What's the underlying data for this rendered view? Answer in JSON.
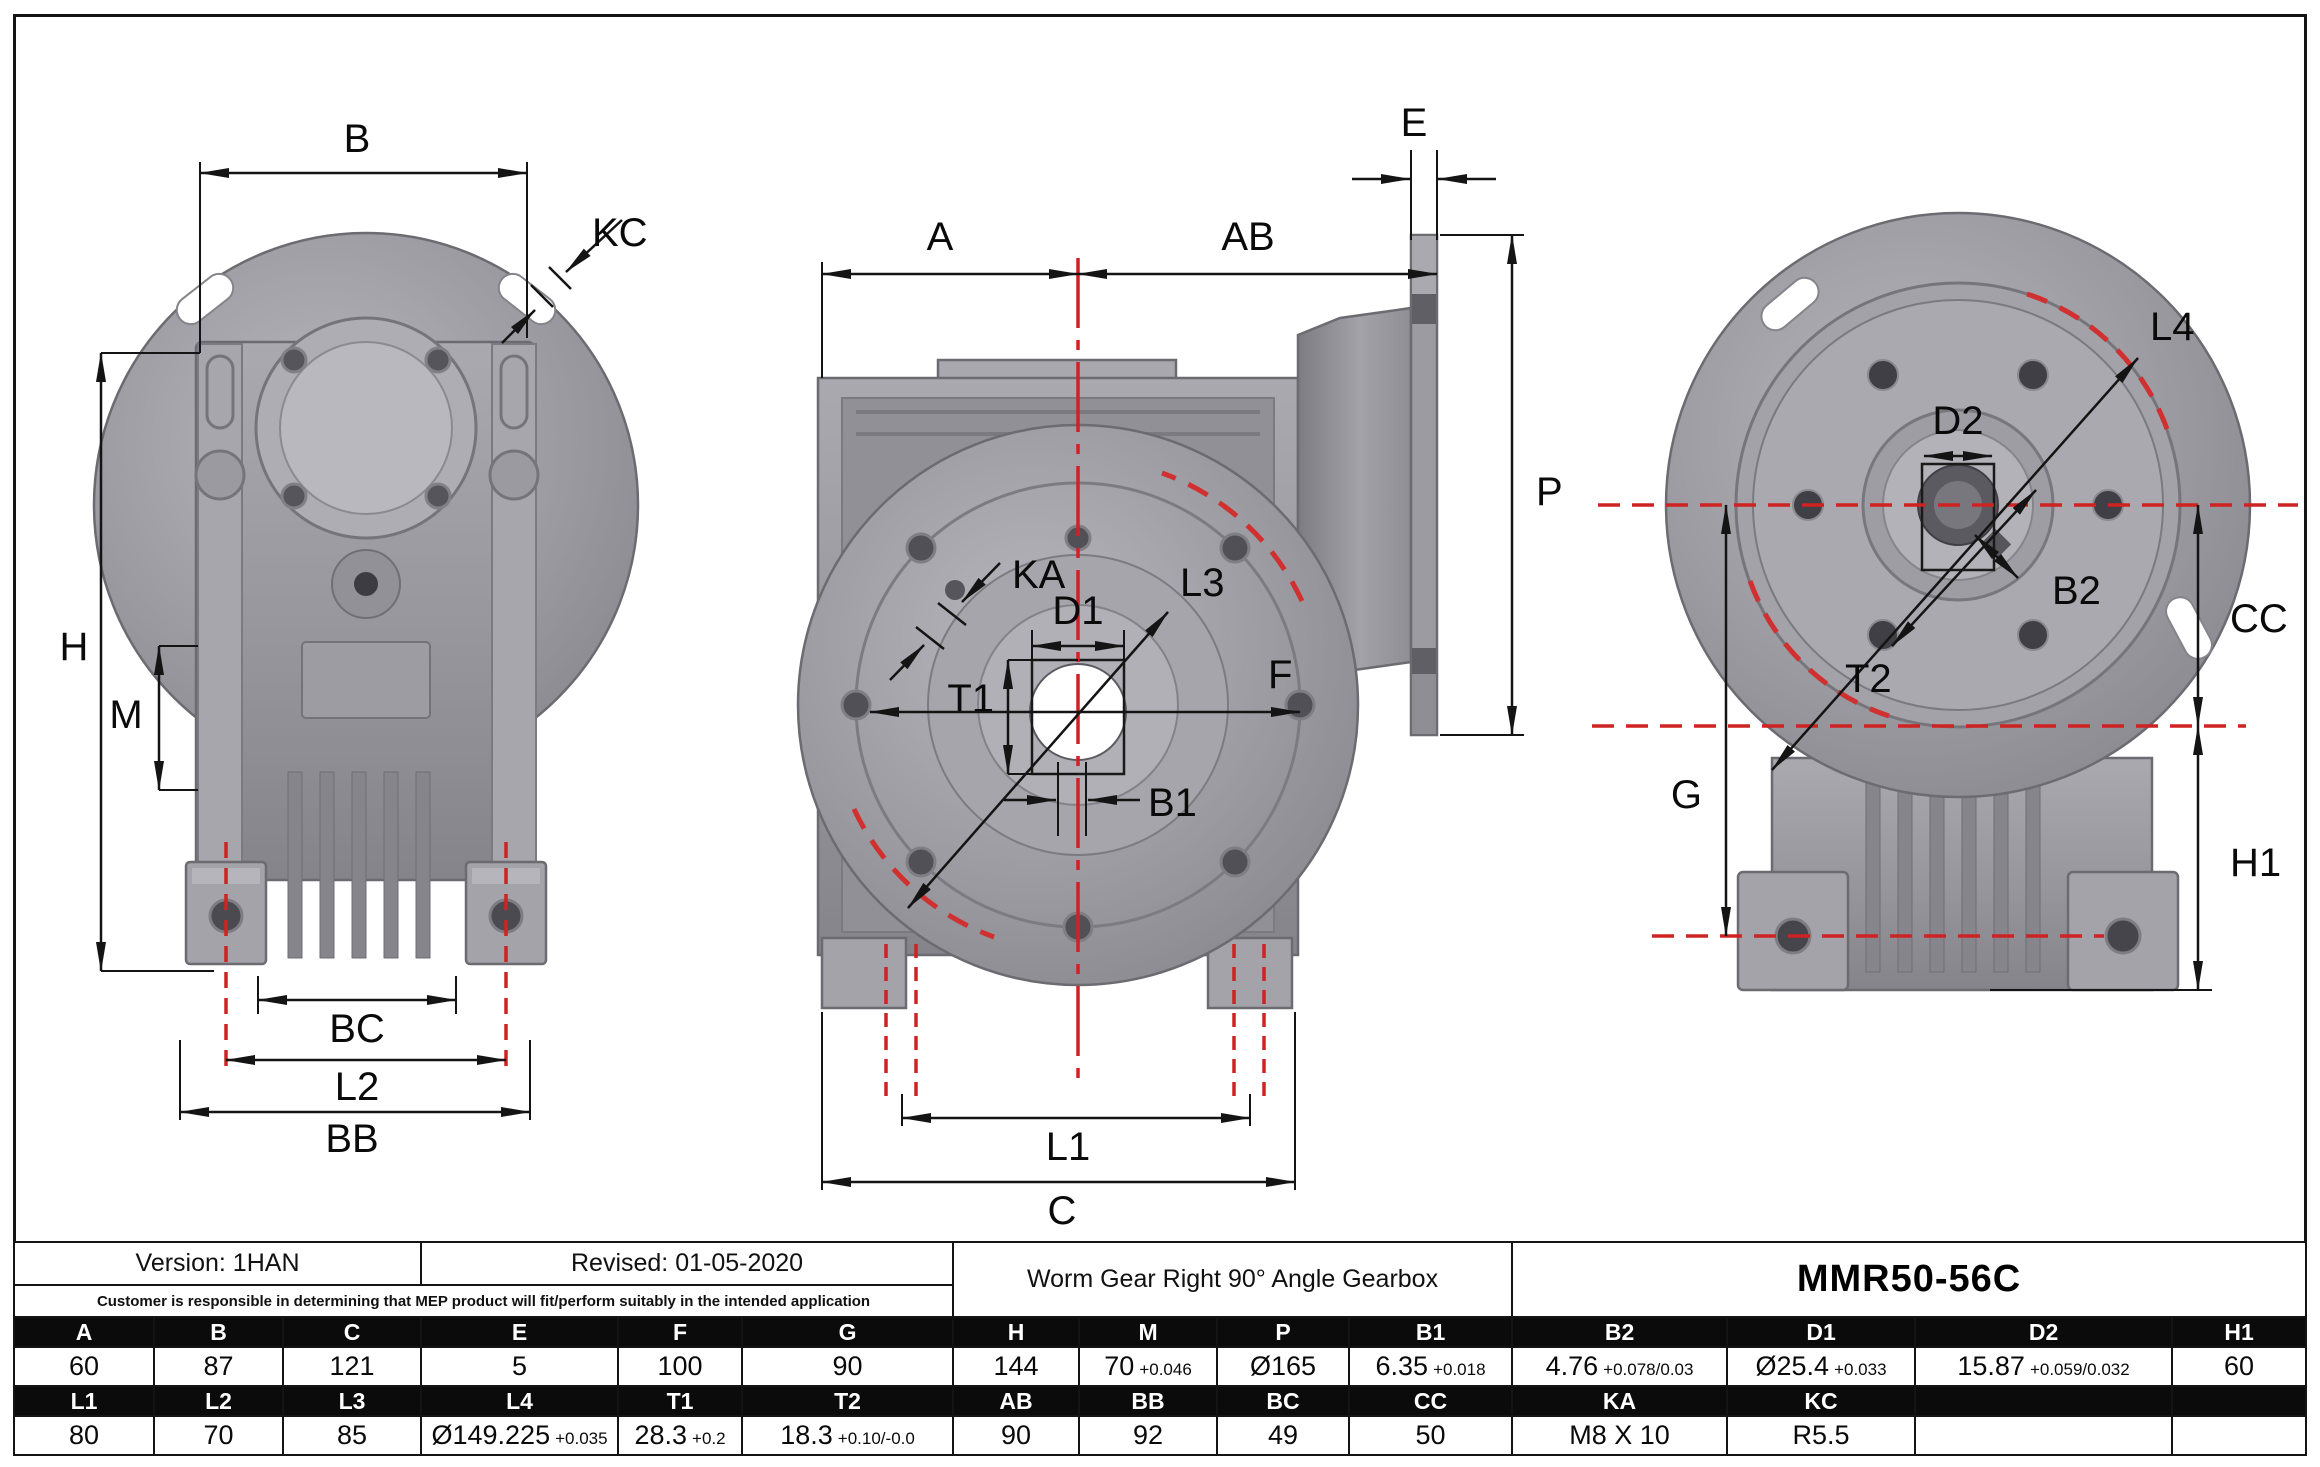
{
  "title_block": {
    "version": "Version: 1HAN",
    "revised": "Revised: 01-05-2020",
    "disclaimer": "Customer is responsible in determining that MEP product will fit/perform suitably in the intended application",
    "product": "Worm Gear Right 90° Angle Gearbox",
    "model": "MMR50-56C"
  },
  "dim_labels": {
    "A": "A",
    "B": "B",
    "C": "C",
    "E": "E",
    "F": "F",
    "G": "G",
    "H": "H",
    "M": "M",
    "P": "P",
    "B1": "B1",
    "B2": "B2",
    "D1": "D1",
    "D2": "D2",
    "H1": "H1",
    "L1": "L1",
    "L2": "L2",
    "L3": "L3",
    "L4": "L4",
    "T1": "T1",
    "T2": "T2",
    "AB": "AB",
    "BB": "BB",
    "BC": "BC",
    "CC": "CC",
    "KA": "KA",
    "KC": "KC"
  },
  "spec_table": {
    "row1_headers": [
      "A",
      "B",
      "C",
      "E",
      "F",
      "G",
      "H",
      "M",
      "P",
      "B1",
      "B2",
      "D1",
      "D2",
      "H1"
    ],
    "row1_values": [
      {
        "v": "60"
      },
      {
        "v": "87"
      },
      {
        "v": "121"
      },
      {
        "v": "5"
      },
      {
        "v": "100"
      },
      {
        "v": "90"
      },
      {
        "v": "144"
      },
      {
        "v": "70",
        "tol": "+0.046"
      },
      {
        "v": "Ø165"
      },
      {
        "v": "6.35",
        "tol": "+0.018"
      },
      {
        "v": "4.76",
        "tol": "+0.078/0.03"
      },
      {
        "v": "Ø25.4",
        "tol": "+0.033"
      },
      {
        "v": "15.87",
        "tol": "+0.059/0.032"
      },
      {
        "v": "60"
      }
    ],
    "row2_headers": [
      "L1",
      "L2",
      "L3",
      "L4",
      "T1",
      "T2",
      "AB",
      "BB",
      "BC",
      "CC",
      "KA",
      "KC",
      "",
      ""
    ],
    "row2_values": [
      {
        "v": "80"
      },
      {
        "v": "70"
      },
      {
        "v": "85"
      },
      {
        "v": "Ø149.225",
        "tol": "+0.035"
      },
      {
        "v": "28.3",
        "tol": "+0.2"
      },
      {
        "v": "18.3",
        "tol": "+0.10/-0.0"
      },
      {
        "v": "90"
      },
      {
        "v": "92"
      },
      {
        "v": "49"
      },
      {
        "v": "50"
      },
      {
        "v": "M8 X 10"
      },
      {
        "v": "R5.5"
      },
      {
        "v": ""
      },
      {
        "v": ""
      }
    ]
  },
  "colors": {
    "centerline_red": "#cf2222",
    "dimension_line": "#141414",
    "header_bg": "#0b0b0b",
    "metal_gray": "#9a9aa0"
  }
}
